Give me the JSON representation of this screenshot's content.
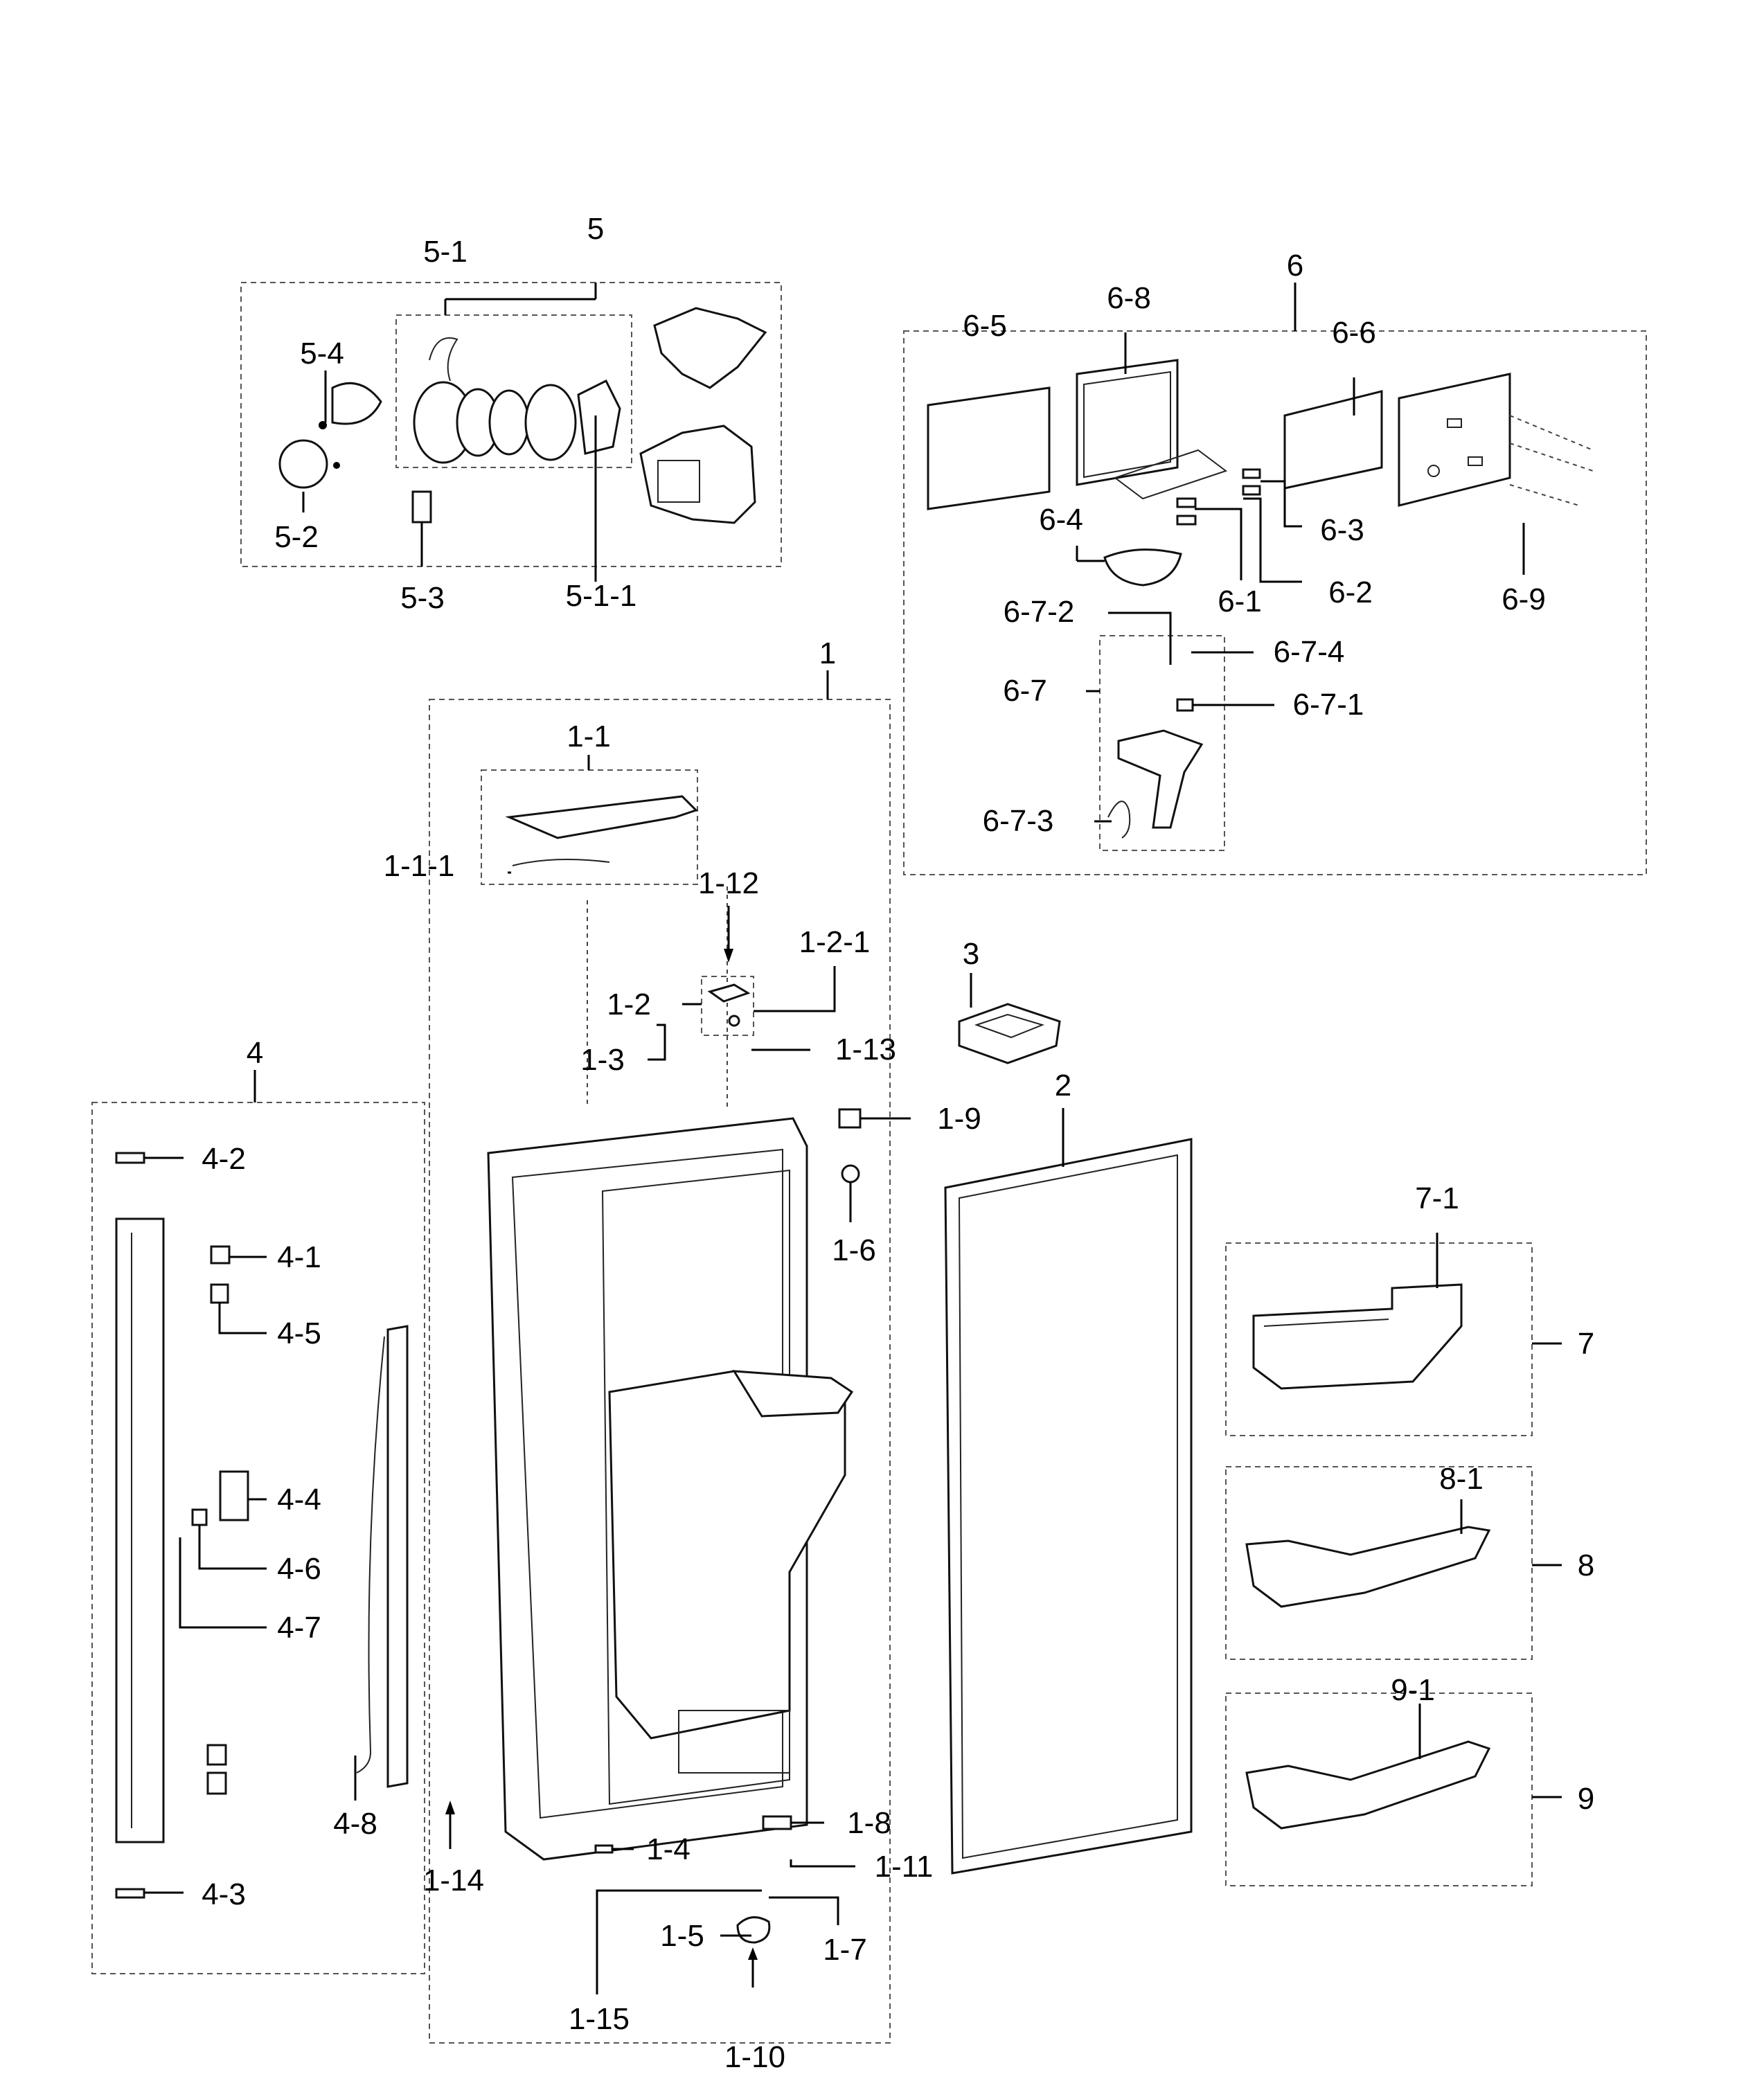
{
  "labels": {
    "l1": "1",
    "l1_1": "1-1",
    "l1_1_1": "1-1-1",
    "l1_2": "1-2",
    "l1_2_1": "1-2-1",
    "l1_3": "1-3",
    "l1_4": "1-4",
    "l1_5": "1-5",
    "l1_6": "1-6",
    "l1_7": "1-7",
    "l1_8": "1-8",
    "l1_9": "1-9",
    "l1_10": "1-10",
    "l1_11": "1-11",
    "l1_12": "1-12",
    "l1_13": "1-13",
    "l1_14": "1-14",
    "l1_15": "1-15",
    "l2": "2",
    "l3": "3",
    "l4": "4",
    "l4_1": "4-1",
    "l4_2": "4-2",
    "l4_3": "4-3",
    "l4_4": "4-4",
    "l4_5": "4-5",
    "l4_6": "4-6",
    "l4_7": "4-7",
    "l4_8": "4-8",
    "l5": "5",
    "l5_1": "5-1",
    "l5_1_1": "5-1-1",
    "l5_2": "5-2",
    "l5_3": "5-3",
    "l5_4": "5-4",
    "l6": "6",
    "l6_1": "6-1",
    "l6_2": "6-2",
    "l6_3": "6-3",
    "l6_4": "6-4",
    "l6_5": "6-5",
    "l6_6": "6-6",
    "l6_7": "6-7",
    "l6_7_1": "6-7-1",
    "l6_7_2": "6-7-2",
    "l6_7_3": "6-7-3",
    "l6_7_4": "6-7-4",
    "l6_8": "6-8",
    "l6_9": "6-9",
    "l7": "7",
    "l7_1": "7-1",
    "l8": "8",
    "l8_1": "8-1",
    "l9": "9",
    "l9_1": "9-1"
  }
}
